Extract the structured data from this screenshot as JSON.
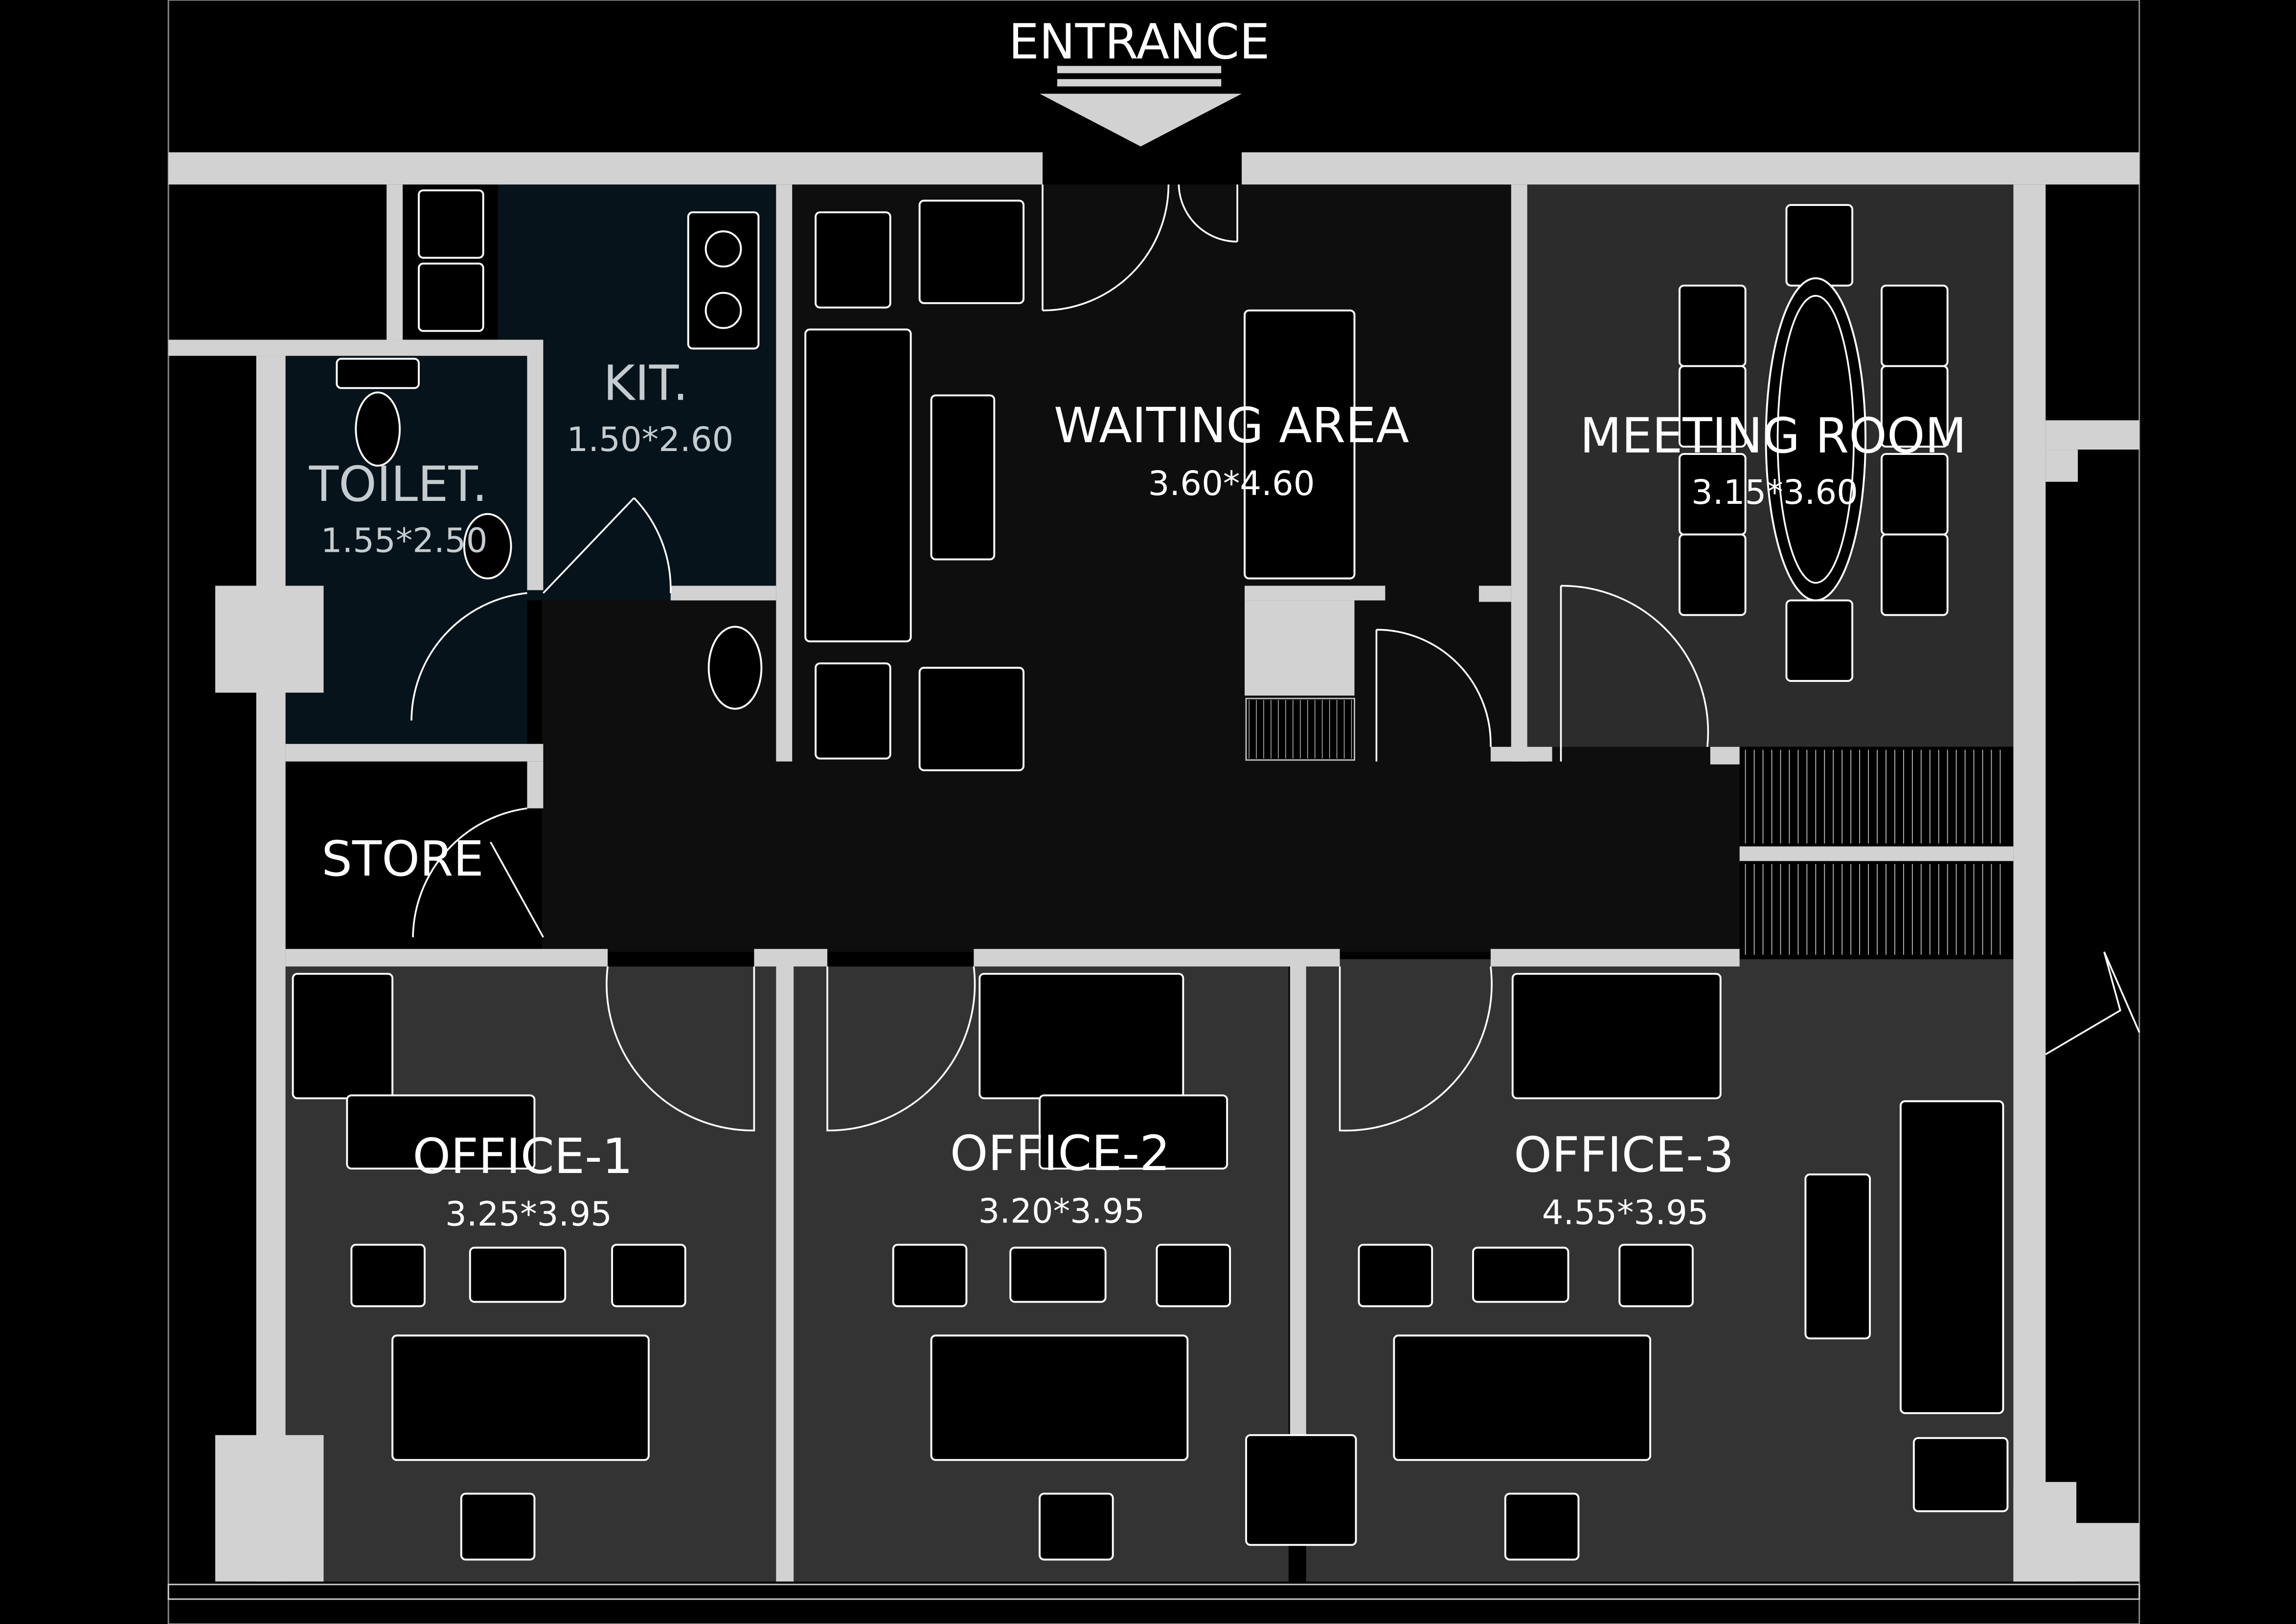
{
  "entrance": {
    "label": "ENTRANCE"
  },
  "rooms": {
    "kitchen": {
      "name": "KIT.",
      "size": "1.50*2.60"
    },
    "toilet": {
      "name": "TOILET.",
      "size": "1.55*2.50"
    },
    "waiting": {
      "name": "WAITING AREA",
      "size": "3.60*4.60"
    },
    "meeting": {
      "name": "MEETING ROOM",
      "size": "3.15*3.60"
    },
    "store": {
      "name": "STORE"
    },
    "office1": {
      "name": "OFFICE-1",
      "size": "3.25*3.95"
    },
    "office2": {
      "name": "OFFICE-2",
      "size": "3.20*3.95"
    },
    "office3": {
      "name": "OFFICE-3",
      "size": "4.55*3.95"
    }
  },
  "colors": {
    "wet_area": "#06131a",
    "waiting": "#0e0e0e",
    "meeting": "#2c2c2c",
    "office": "#333333",
    "wall": "#d2d2d2"
  }
}
